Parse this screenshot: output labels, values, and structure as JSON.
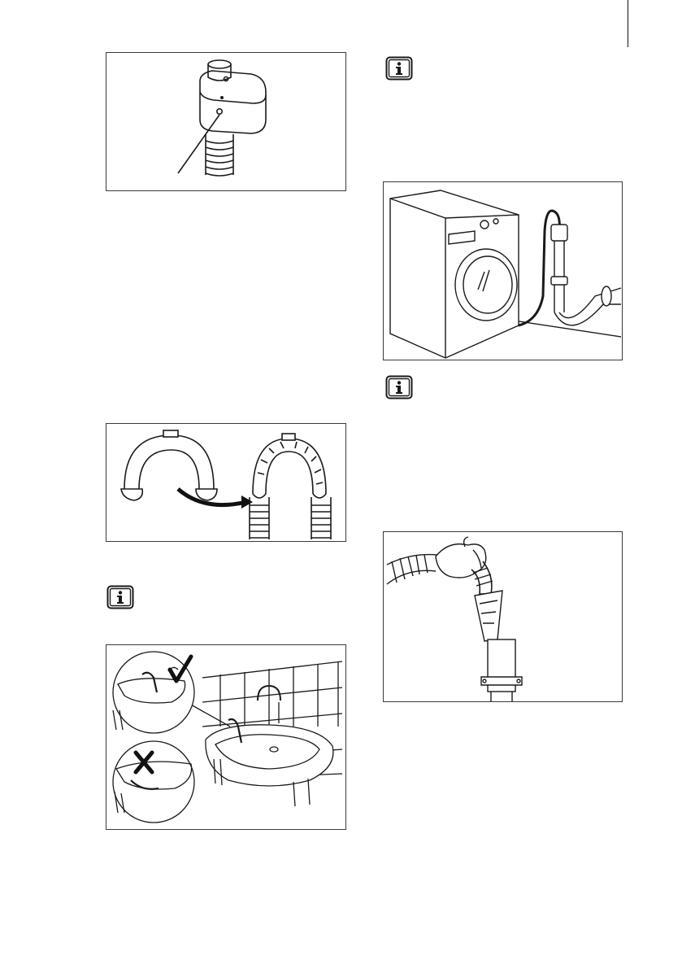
{
  "page": {
    "background": "#ffffff",
    "line_color": "#1a1a1a"
  },
  "figures": {
    "hose_outlet": {
      "icon": "hose-guide-outlet"
    },
    "hose_guide": {
      "icon": "u-piece-to-hose"
    },
    "sink_hook": {
      "icon": "sink-with-hose"
    },
    "machine_drain": {
      "icon": "washing-machine-standpipe"
    },
    "standpipe": {
      "icon": "hand-inserting-hose"
    }
  },
  "info_icons": [
    "info-icon",
    "info-icon",
    "info-icon"
  ],
  "marks": {
    "check": "✓",
    "cross": "✗"
  }
}
